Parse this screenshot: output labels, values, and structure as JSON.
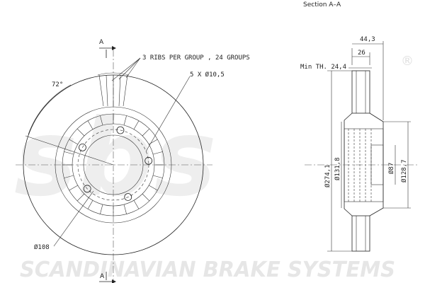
{
  "watermark": {
    "logo": "sbs",
    "registered_mark": "®",
    "brand_line": "SCANDINAVIAN BRAKE SYSTEMS"
  },
  "front_view": {
    "section_marker_top": "A",
    "section_marker_bottom": "A",
    "ribs_note": "3 RIBS PER GROUP , 24 GROUPS",
    "holes_note": "5 X Ø10,5",
    "angle_label": "72°",
    "bolt_circle_label": "Ø108"
  },
  "section_view": {
    "title": "Section A–A",
    "overall_thickness": "44,3",
    "disc_thickness": "26",
    "min_thickness": "Min TH. 24,4",
    "outer_diameter": "Ø274,1",
    "hub_bore_diameter": "Ø131,8",
    "center_bore_diameter": "Ø87",
    "hat_diameter": "Ø128,7"
  }
}
